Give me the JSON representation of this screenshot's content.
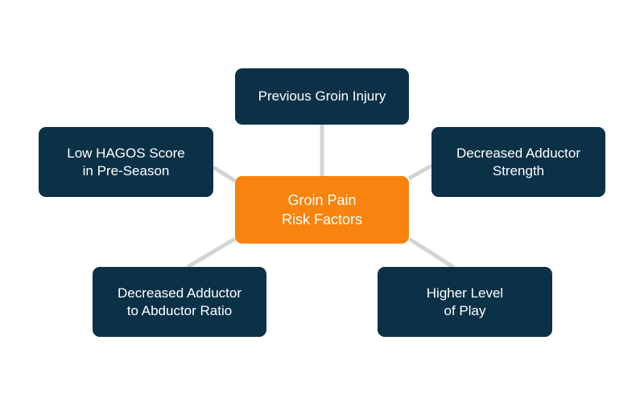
{
  "center": {
    "lines": [
      "Groin Pain",
      "Risk Factors"
    ],
    "color": "#f8830e"
  },
  "factors": {
    "top": {
      "lines": [
        "Previous Groin Injury"
      ]
    },
    "left": {
      "lines": [
        "Low HAGOS Score",
        "in Pre-Season"
      ]
    },
    "right": {
      "lines": [
        "Decreased Adductor",
        "Strength"
      ]
    },
    "bottom_left": {
      "lines": [
        "Decreased Adductor",
        "to Abductor Ratio"
      ]
    },
    "bottom_right": {
      "lines": [
        "Higher Level",
        "of Play"
      ]
    }
  },
  "colors": {
    "factor_box": "#0b3147",
    "center_box": "#f8830e",
    "connector": "#d4d4d4",
    "text": "#ffffff"
  }
}
